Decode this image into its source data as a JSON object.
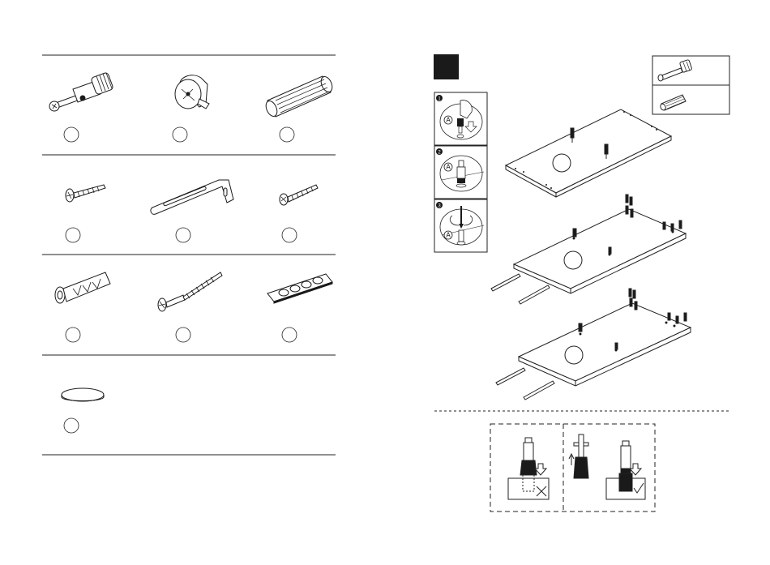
{
  "parts": [
    {
      "name": "cam-bolt",
      "label": ""
    },
    {
      "name": "cam-lock",
      "label": ""
    },
    {
      "name": "wooden-dowel",
      "label": ""
    },
    {
      "name": "short-screw",
      "label": ""
    },
    {
      "name": "l-bracket",
      "label": ""
    },
    {
      "name": "long-screw",
      "label": ""
    },
    {
      "name": "wall-plug",
      "label": ""
    },
    {
      "name": "wall-screw",
      "label": ""
    },
    {
      "name": "felt-pad-sheet",
      "label": ""
    },
    {
      "name": "round-felt-pad",
      "label": ""
    }
  ],
  "step": {
    "number": ""
  },
  "substeps": [
    "1",
    "2",
    "3"
  ],
  "detail_labels": [
    "A",
    "A",
    "A"
  ],
  "colors": {
    "ink": "#1a1a1a",
    "step_box": "#1a1a1a",
    "line": "#222222"
  }
}
